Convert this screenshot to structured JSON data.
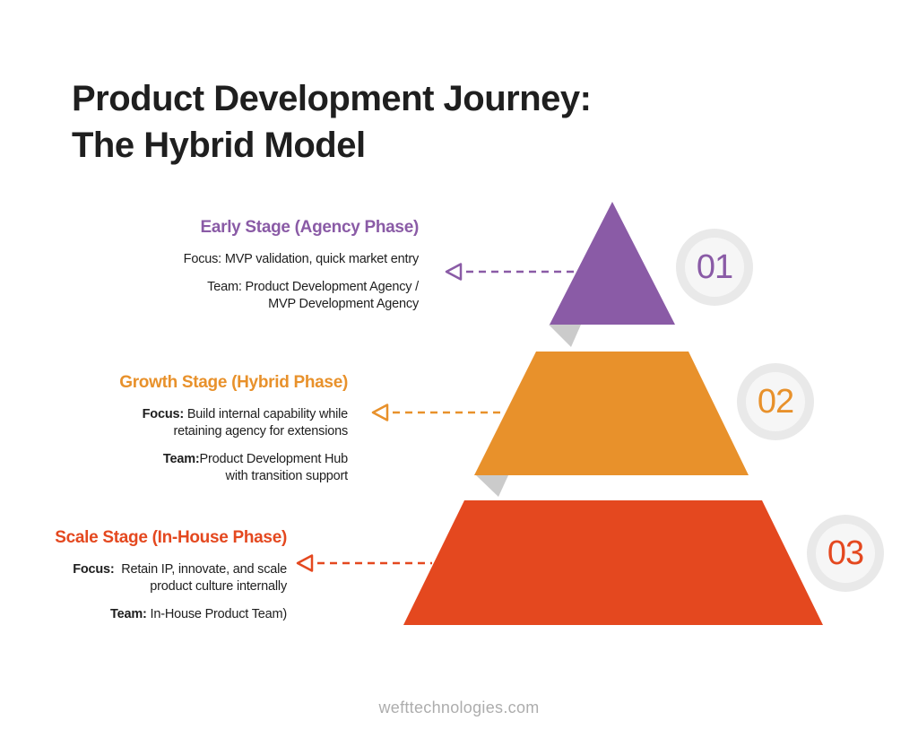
{
  "header": {
    "title_line1": "Product Development Journey:",
    "title_line2": "The Hybrid Model"
  },
  "footer": {
    "url": "wefttechnologies.com"
  },
  "colors": {
    "title_text": "#1f1f1f",
    "body_text": "#1e1e1e",
    "footer_text": "#adadad",
    "wedge_gray": "#cbcbcb",
    "badge_outer": "#e9e9e9",
    "badge_inner": "#f6f6f6",
    "purple": "#8a5ba6",
    "orange": "#e8912b",
    "red": "#e4481f"
  },
  "stages": [
    {
      "badge": "01",
      "title": "Early Stage (Agency Phase)",
      "focus_label": "Focus:",
      "focus_line1": " MVP validation, quick market entry",
      "focus_line2": "",
      "team_label": "Team:",
      "team_line1": " Product Development Agency /",
      "team_line2": "MVP Development Agency",
      "color": "#8a5ba6"
    },
    {
      "badge": "02",
      "title": "Growth Stage (Hybrid Phase)",
      "focus_label": "Focus:",
      "focus_line1": " Build internal capability while",
      "focus_line2": "retaining agency for extensions",
      "team_label": "Team:",
      "team_line1": "Product Development Hub",
      "team_line2": "with transition support",
      "color": "#e8912b"
    },
    {
      "badge": "03",
      "title": "Scale Stage (In-House Phase)",
      "focus_label": "Focus:",
      "focus_line1": "  Retain IP, innovate, and scale",
      "focus_line2": "product culture internally",
      "team_label": "Team:",
      "team_line1": " In-House Product Team)",
      "team_line2": "",
      "color": "#e4481f"
    }
  ]
}
